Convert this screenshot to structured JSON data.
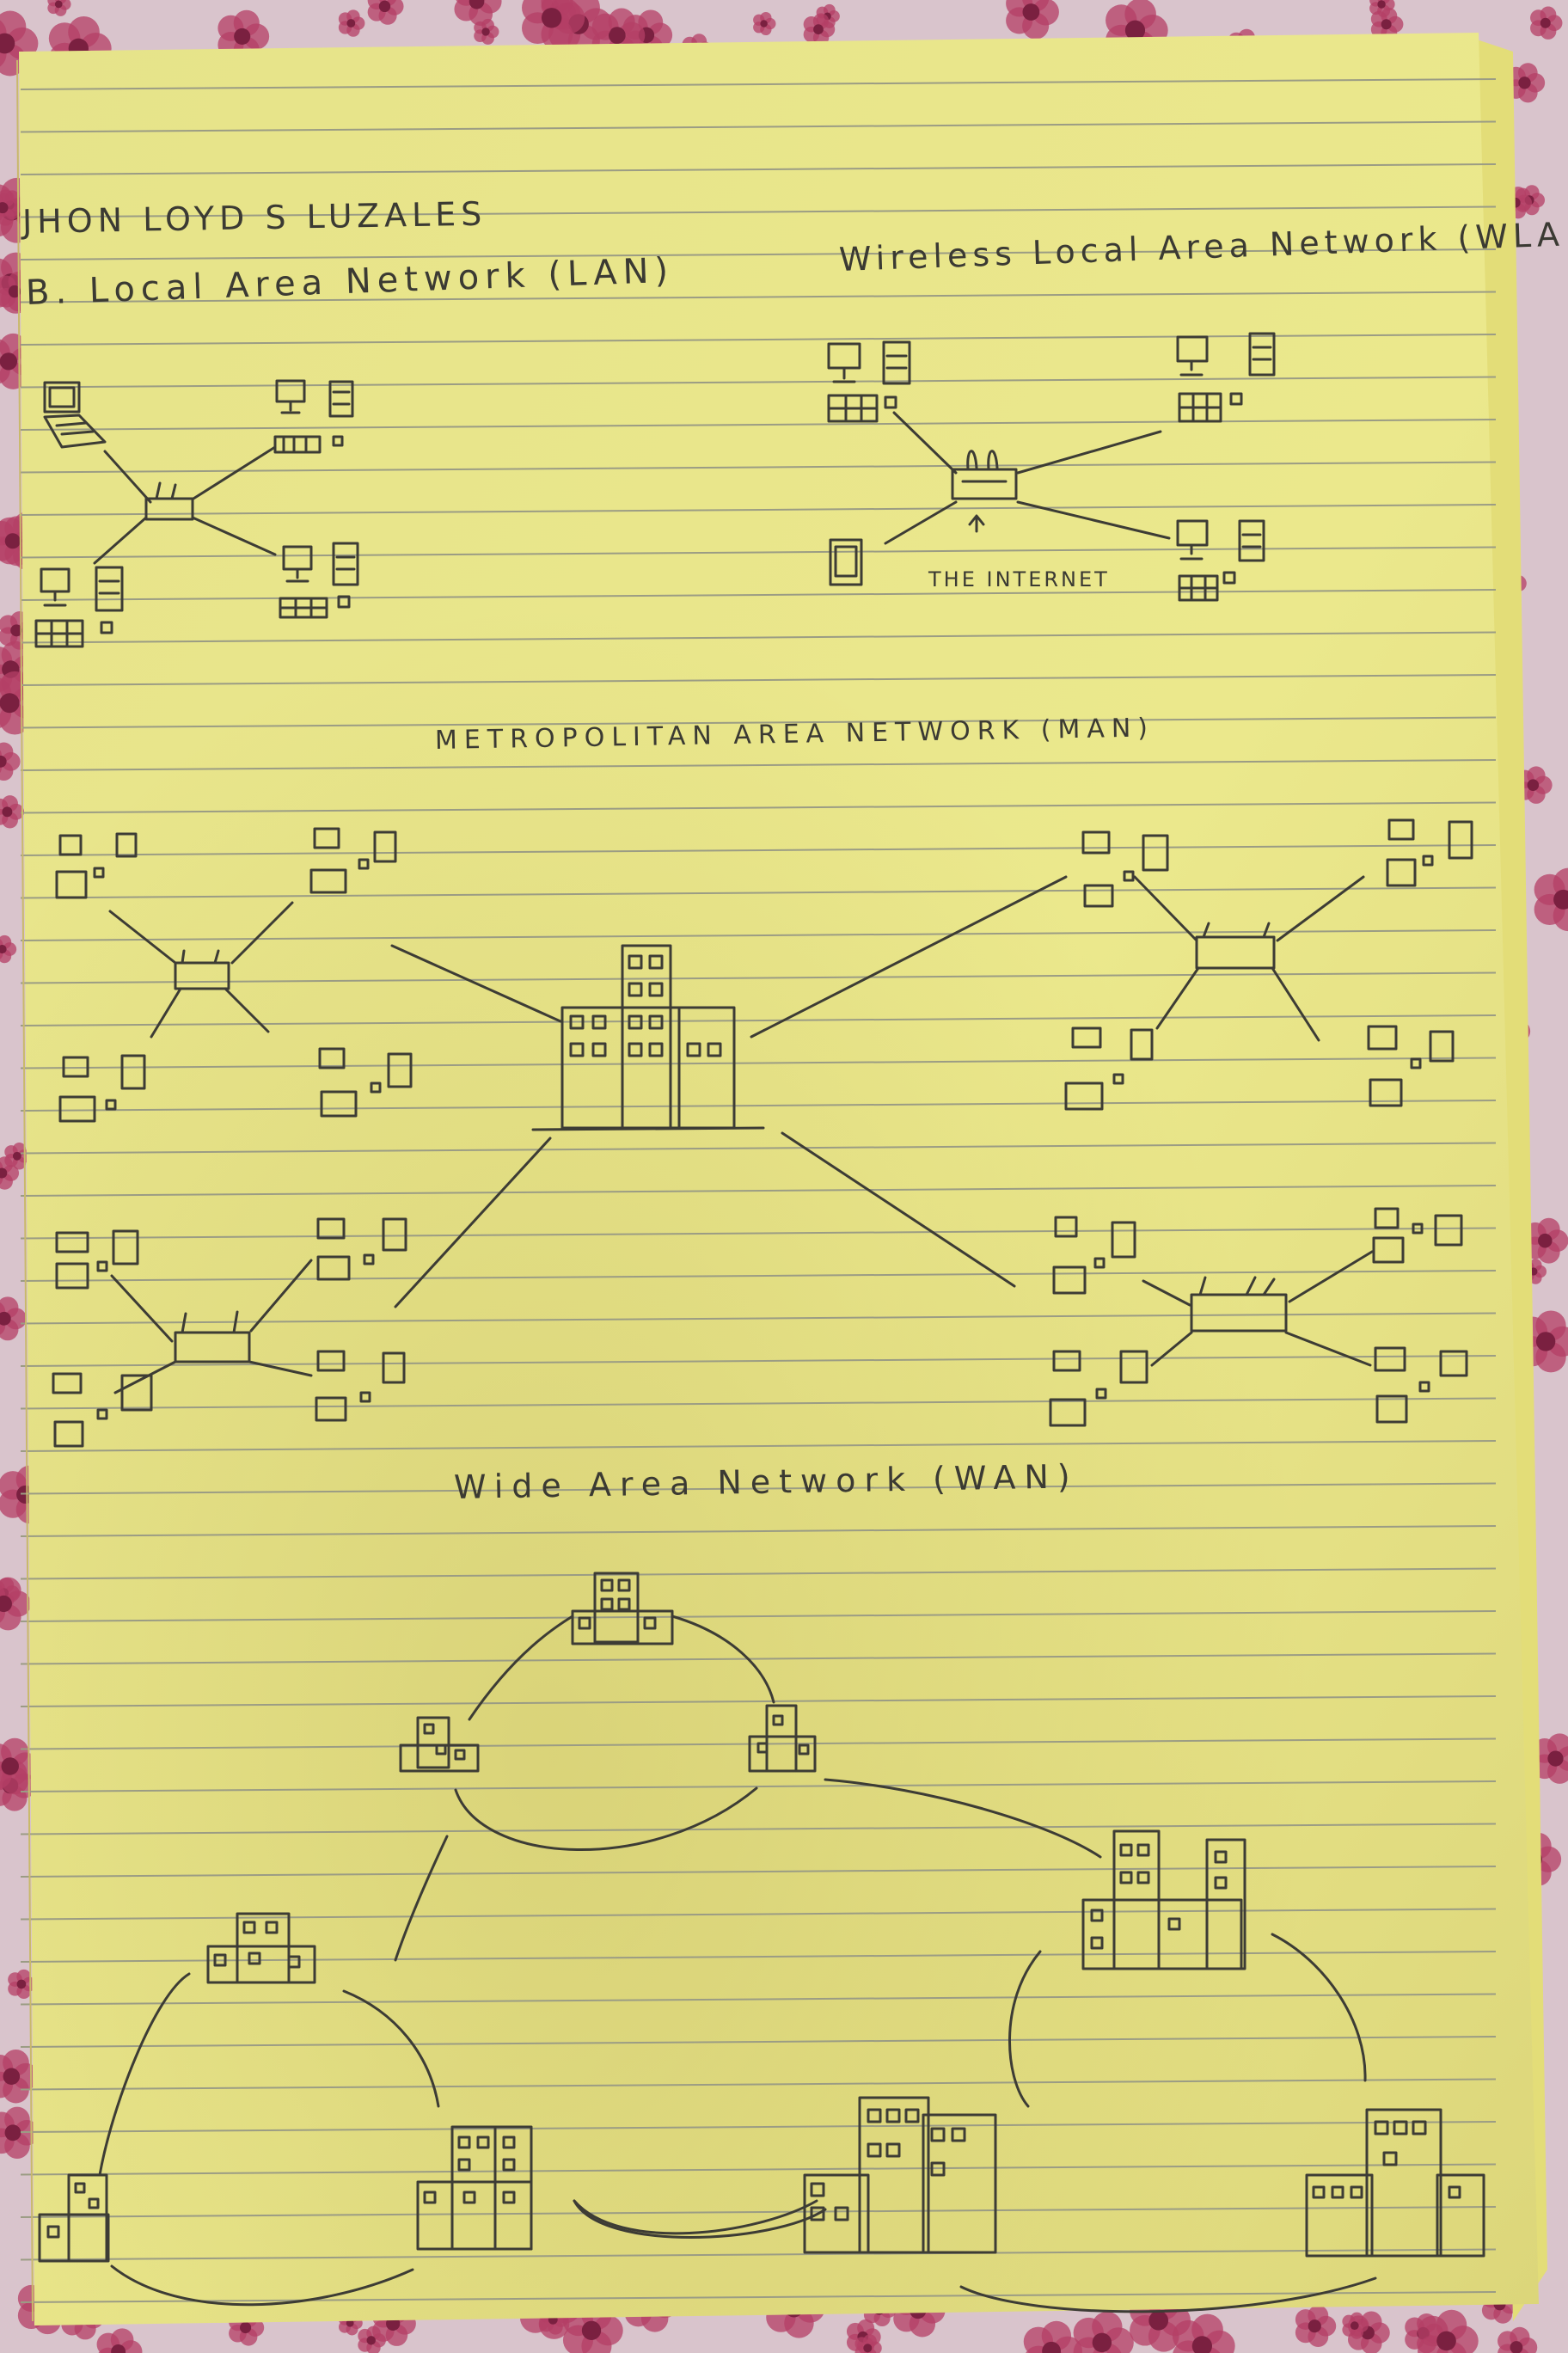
{
  "author": "JHON LOYD S LUZALES",
  "sections": {
    "lan": {
      "title": "B. Local Area Network (LAN)"
    },
    "wlan": {
      "title": "Wireless Local Area Network (WLA",
      "internet_label": "THE INTERNET"
    },
    "man": {
      "title": "METROPOLITAN AREA NETWORK (MAN)"
    },
    "wan": {
      "title": "Wide Area Network (WAN)"
    }
  },
  "colors": {
    "paper": "#ece98a",
    "paper_shade": "#d8cf6a",
    "rule_line": "#9b9c84",
    "margin_line": "#c9b96a",
    "ink": "#3d3c35",
    "fabric": "#c9a7b4",
    "flower": "#b43f66"
  },
  "icons": [
    "computer-icon",
    "laptop-icon",
    "router-icon",
    "building-icon",
    "tablet-icon"
  ]
}
